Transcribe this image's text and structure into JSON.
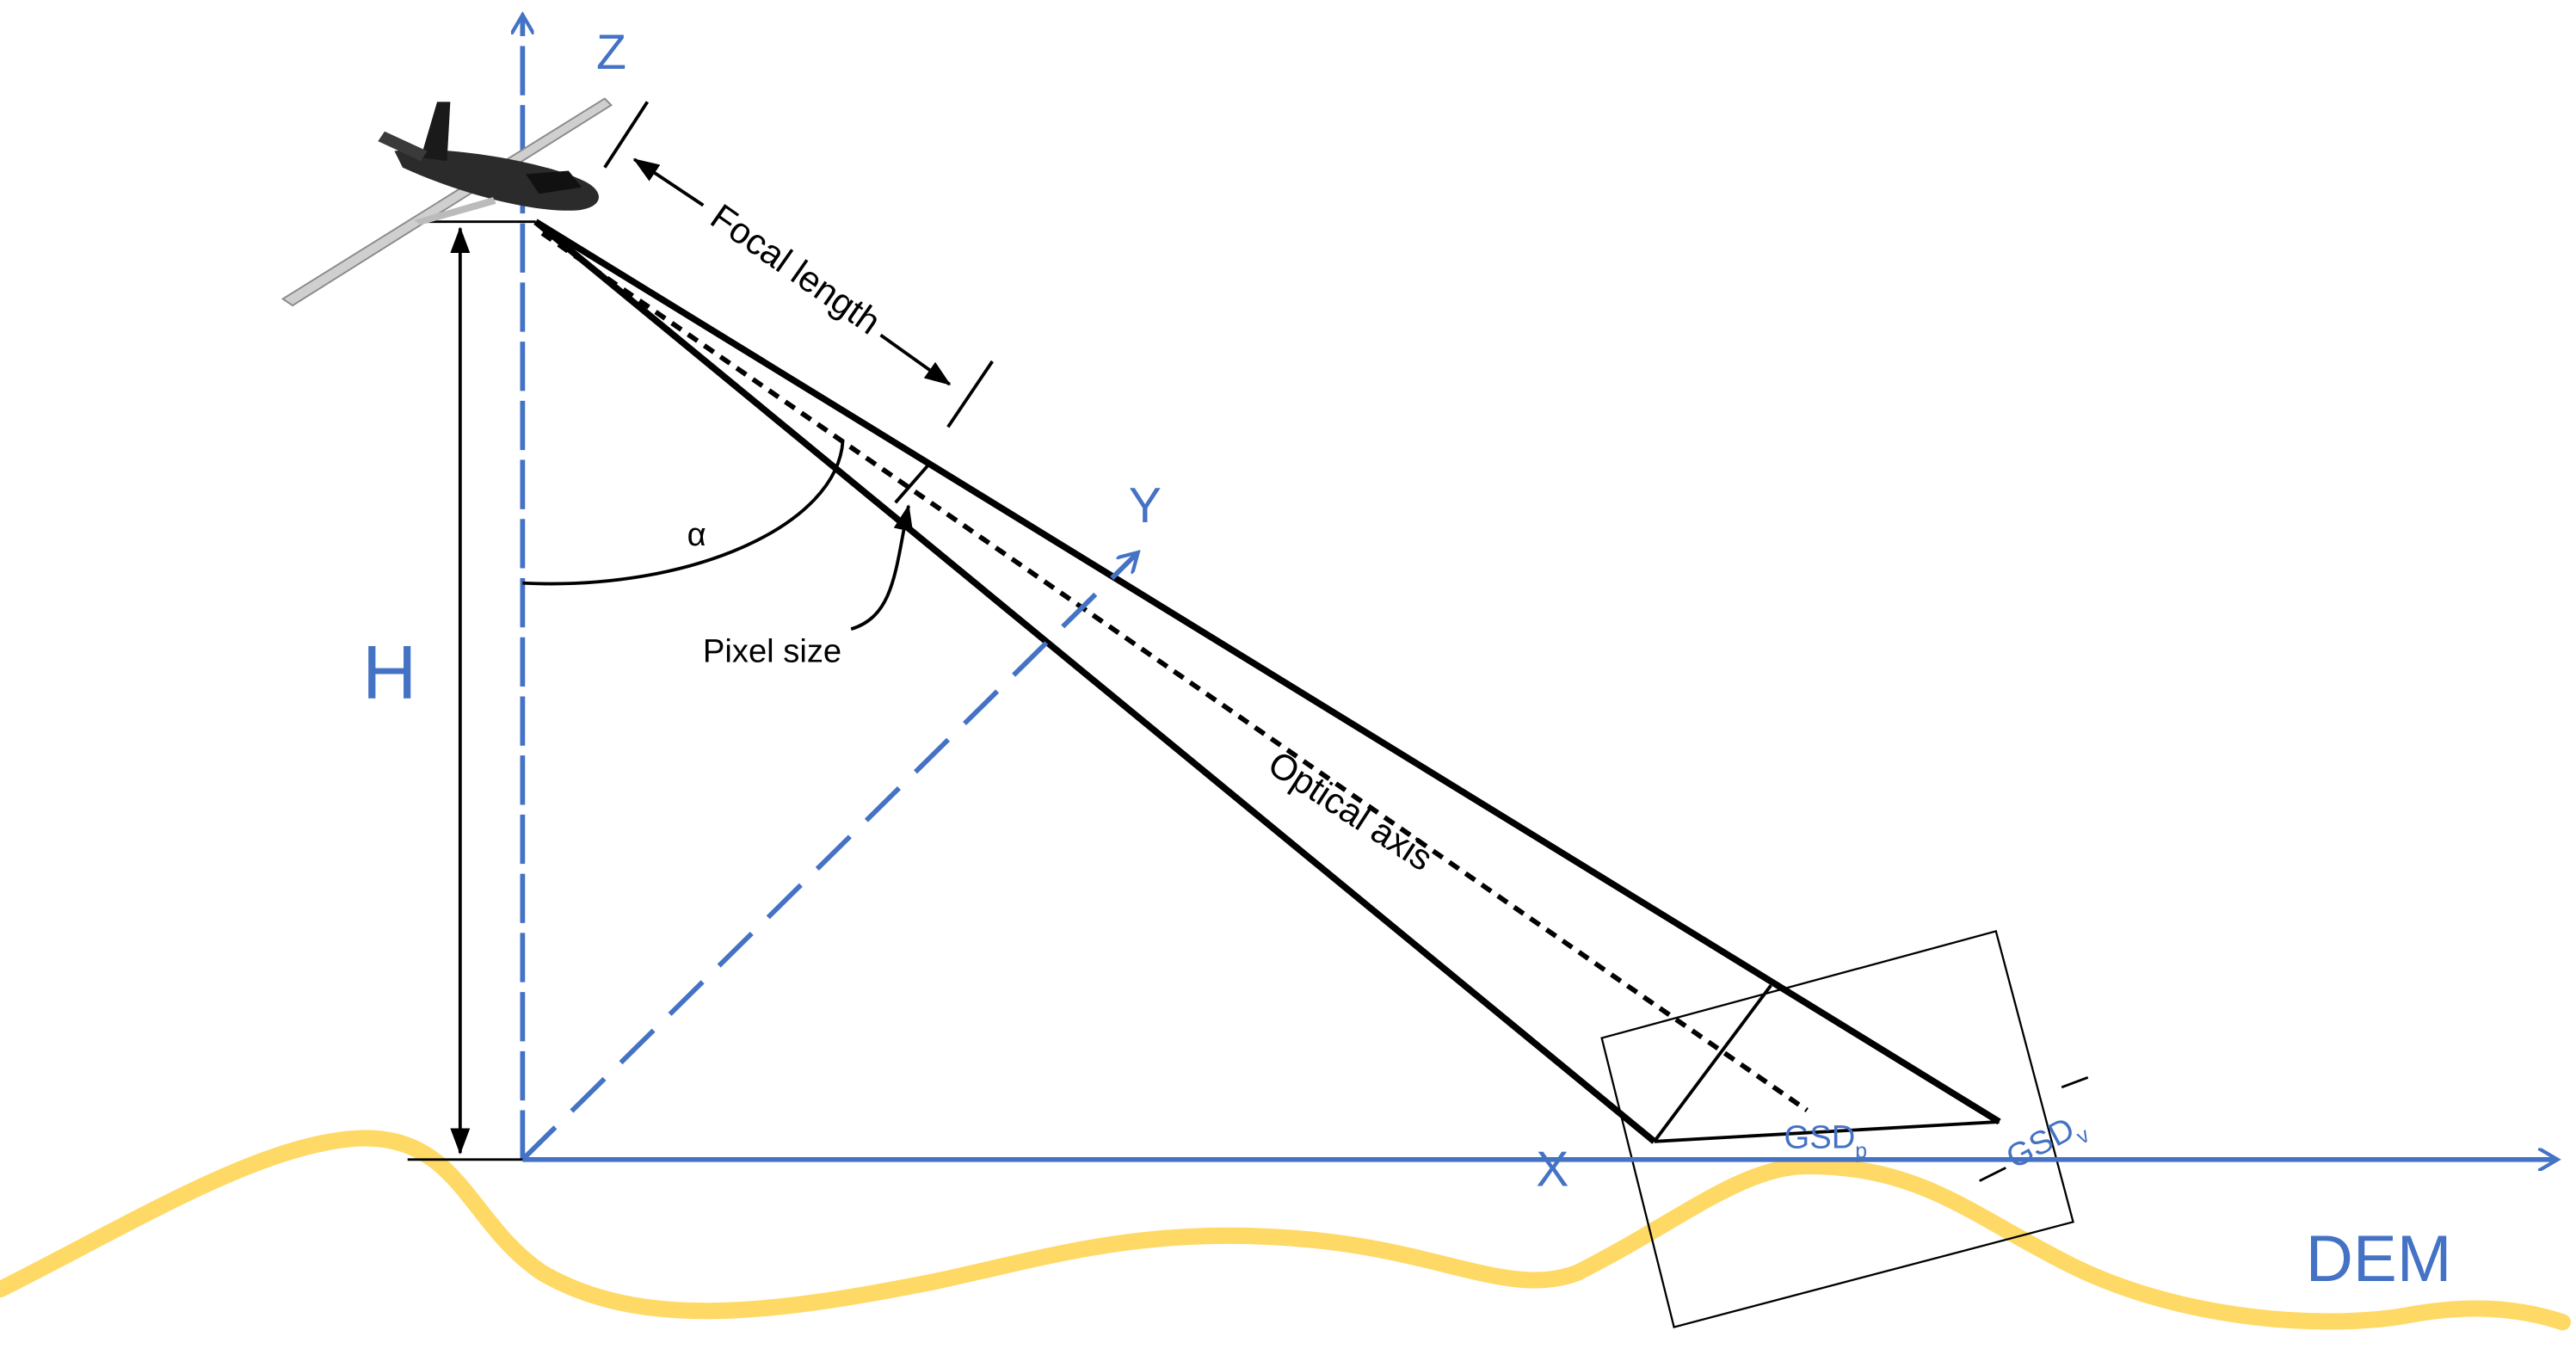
{
  "labels": {
    "z_axis": "Z",
    "y_axis": "Y",
    "x_axis": "X",
    "height": "H",
    "terrain": "DEM",
    "focal_length": "Focal length",
    "pixel_size": "Pixel size",
    "angle": "α",
    "optical_axis": "Optical axis",
    "gsd_p_main": "GSD",
    "gsd_p_sub": "p",
    "gsd_v_main": "GSD",
    "gsd_v_sub": "v"
  },
  "colors": {
    "axis": "#4472C4",
    "terrain": "#FFD966",
    "lines": "#000000",
    "background": "#FFFFFF"
  },
  "icons": {
    "aircraft": "uav-drone-icon"
  }
}
